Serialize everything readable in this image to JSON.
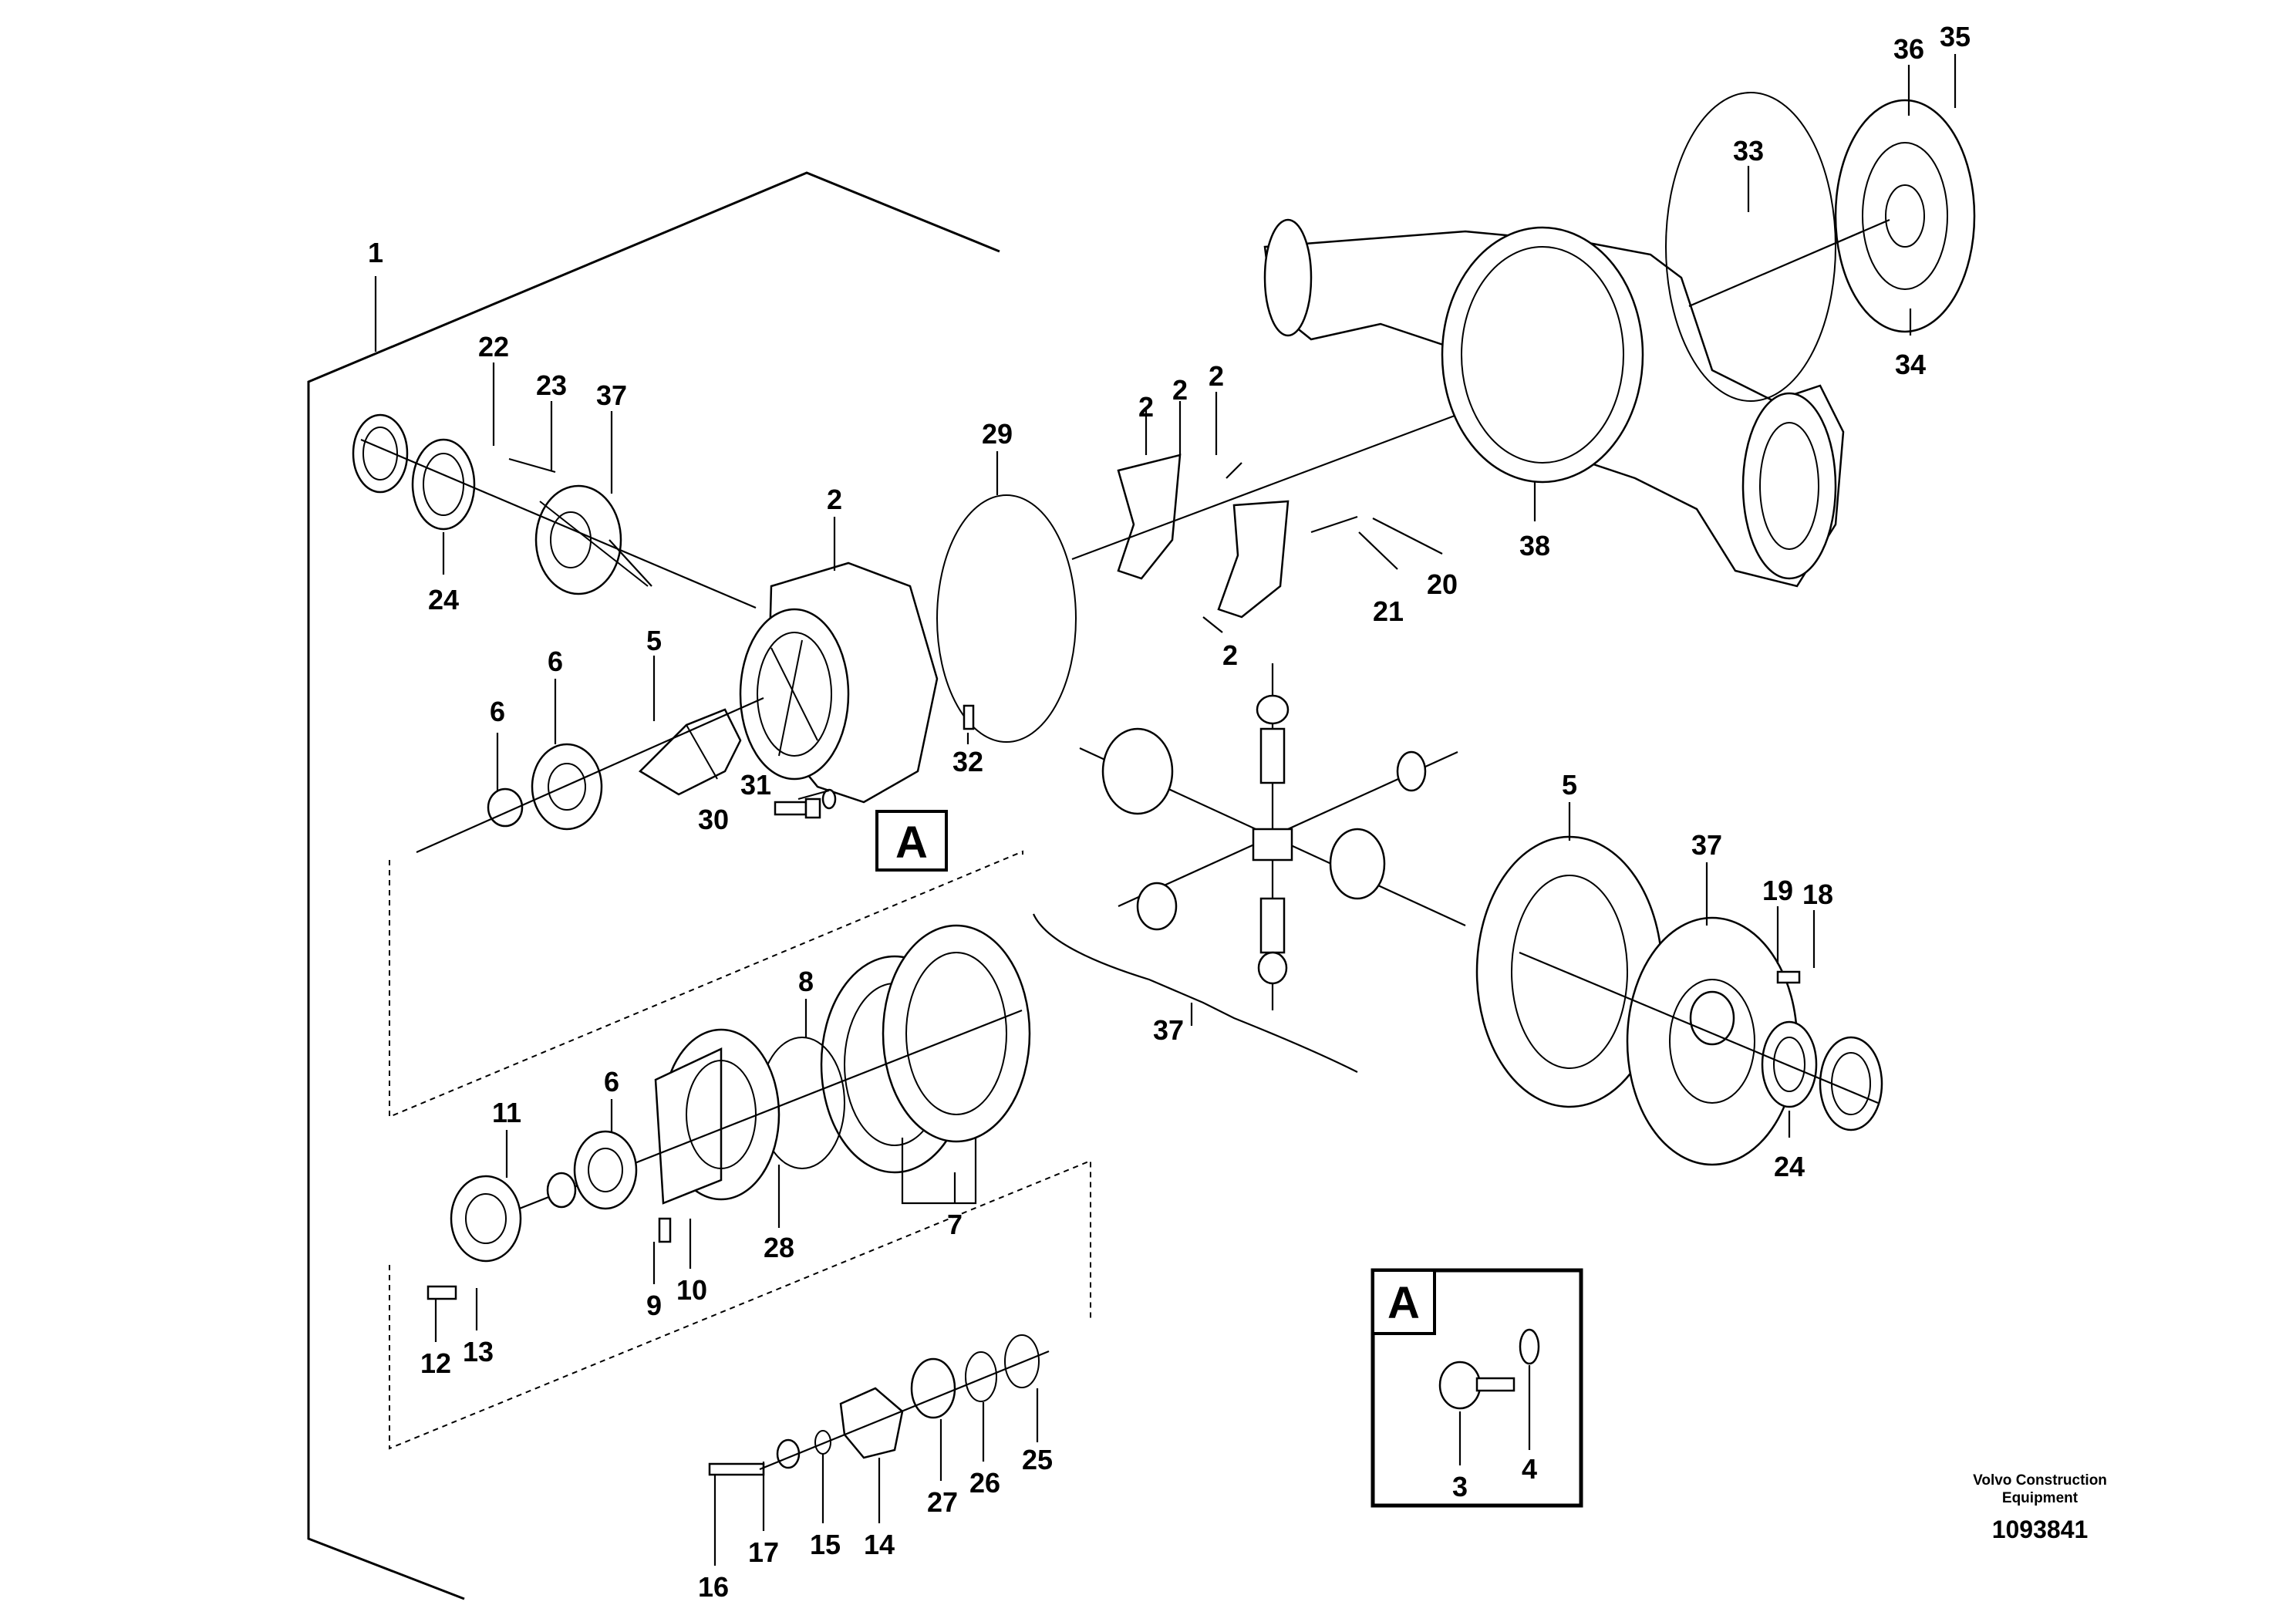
{
  "callouts": [
    {
      "id": "c-1",
      "label": "1"
    },
    {
      "id": "c-22",
      "label": "22"
    },
    {
      "id": "c-23",
      "label": "23"
    },
    {
      "id": "c-37a",
      "label": "37"
    },
    {
      "id": "c-24a",
      "label": "24"
    },
    {
      "id": "c-2a",
      "label": "2"
    },
    {
      "id": "c-29",
      "label": "29"
    },
    {
      "id": "c-2b",
      "label": "2"
    },
    {
      "id": "c-2c",
      "label": "2"
    },
    {
      "id": "c-2d",
      "label": "2"
    },
    {
      "id": "c-20",
      "label": "20"
    },
    {
      "id": "c-21",
      "label": "21"
    },
    {
      "id": "c-2e",
      "label": "2"
    },
    {
      "id": "c-33",
      "label": "33"
    },
    {
      "id": "c-36",
      "label": "36"
    },
    {
      "id": "c-35",
      "label": "35"
    },
    {
      "id": "c-34",
      "label": "34"
    },
    {
      "id": "c-38",
      "label": "38"
    },
    {
      "id": "c-6a",
      "label": "6"
    },
    {
      "id": "c-6b",
      "label": "6"
    },
    {
      "id": "c-5a",
      "label": "5"
    },
    {
      "id": "c-31",
      "label": "31"
    },
    {
      "id": "c-30",
      "label": "30"
    },
    {
      "id": "c-32",
      "label": "32"
    },
    {
      "id": "c-37b",
      "label": "37"
    },
    {
      "id": "c-5b",
      "label": "5"
    },
    {
      "id": "c-37c",
      "label": "37"
    },
    {
      "id": "c-19",
      "label": "19"
    },
    {
      "id": "c-18",
      "label": "18"
    },
    {
      "id": "c-24b",
      "label": "24"
    },
    {
      "id": "c-8",
      "label": "8"
    },
    {
      "id": "c-6c",
      "label": "6"
    },
    {
      "id": "c-11",
      "label": "11"
    },
    {
      "id": "c-7",
      "label": "7"
    },
    {
      "id": "c-28",
      "label": "28"
    },
    {
      "id": "c-9",
      "label": "9"
    },
    {
      "id": "c-10",
      "label": "10"
    },
    {
      "id": "c-12",
      "label": "12"
    },
    {
      "id": "c-13",
      "label": "13"
    },
    {
      "id": "c-27",
      "label": "27"
    },
    {
      "id": "c-26",
      "label": "26"
    },
    {
      "id": "c-25",
      "label": "25"
    },
    {
      "id": "c-16",
      "label": "16"
    },
    {
      "id": "c-17",
      "label": "17"
    },
    {
      "id": "c-15",
      "label": "15"
    },
    {
      "id": "c-14",
      "label": "14"
    },
    {
      "id": "c-3",
      "label": "3"
    },
    {
      "id": "c-4",
      "label": "4"
    }
  ],
  "detail_box_letter": "A",
  "detail_ref_letter": "A",
  "footer": {
    "company_line1": "Volvo Construction",
    "company_line2": "Equipment",
    "document_number": "1093841"
  }
}
